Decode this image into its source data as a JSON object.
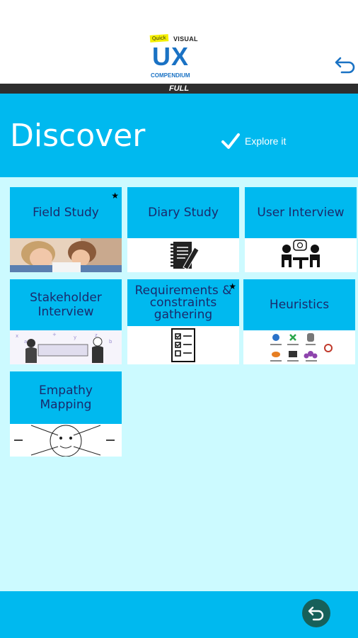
{
  "logo": {
    "quick": "Quick",
    "visual": "VISUAL",
    "ux": "UX",
    "compendium": "COMPENDIUM"
  },
  "edition_label": "FULL",
  "header": {
    "title": "Discover",
    "explore_label": "Explore it"
  },
  "cards": [
    {
      "label": "Field Study",
      "starred": true,
      "icon": "children-photo"
    },
    {
      "label": "Diary Study",
      "starred": false,
      "icon": "notebook-icon"
    },
    {
      "label": "User Interview",
      "starred": false,
      "icon": "interview-icon"
    },
    {
      "label": "Stakeholder Interview",
      "starred": false,
      "icon": "meeting-sketch"
    },
    {
      "label": "Requirements & constraints gathering",
      "starred": true,
      "icon": "checklist-icon"
    },
    {
      "label": "Heuristics",
      "starred": false,
      "icon": "heuristics-icons"
    },
    {
      "label": "Empathy Mapping",
      "starred": false,
      "icon": "empathy-map-sketch"
    }
  ],
  "star_glyph": "★",
  "colors": {
    "accent": "#00b9ef",
    "background": "#ccfaff",
    "label_text": "#1a2a6c",
    "back_button": "#17605a"
  }
}
